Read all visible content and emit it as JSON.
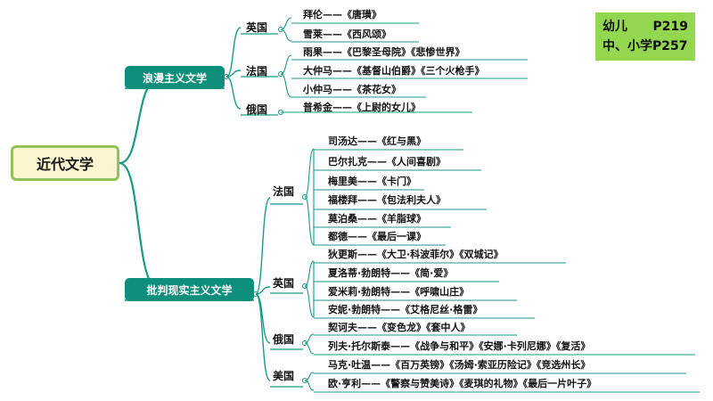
{
  "root": {
    "label": "近代文学"
  },
  "note": {
    "line1_left": "幼儿",
    "line1_right": "P219",
    "line2": "中、小学P257"
  },
  "branches": [
    {
      "label": "浪漫主义文学",
      "countries": [
        {
          "name": "英国",
          "items": [
            "拜伦——《唐璜》",
            "雪莱——《西风颂》"
          ]
        },
        {
          "name": "法国",
          "items": [
            "雨果——《巴黎圣母院》《悲惨世界》",
            "大仲马——《基督山伯爵》《三个火枪手》",
            "小仲马——《茶花女》"
          ]
        },
        {
          "name": "俄国",
          "items": [
            "普希金——《上尉的女儿》"
          ]
        }
      ]
    },
    {
      "label": "批判现实主义文学",
      "countries": [
        {
          "name": "法国",
          "items": [
            "司汤达——《红与黑》",
            "巴尔扎克——《人间喜剧》",
            "梅里美——《卡门》",
            "福楼拜——《包法利夫人》",
            "莫泊桑——《羊脂球》",
            "都德——《最后一课》"
          ]
        },
        {
          "name": "英国",
          "items": [
            "狄更斯——《大卫·科波菲尔》《双城记》",
            "夏洛蒂·勃朗特——《简·爱》",
            "爱米莉·勃朗特——《呼啸山庄》",
            "安妮·勃朗特——《艾格尼丝·格雷》"
          ]
        },
        {
          "name": "俄国",
          "items": [
            "契诃夫——《变色龙》《套中人》",
            "列夫·托尔斯泰——《战争与和平》《安娜·卡列尼娜》《复活》"
          ]
        },
        {
          "name": "美国",
          "items": [
            "马克·吐温——《百万英镑》《汤姆·索亚历险记》《竞选州长》",
            "欧·亨利——《警察与赞美诗》《麦琪的礼物》《最后一片叶子》"
          ]
        }
      ]
    }
  ]
}
